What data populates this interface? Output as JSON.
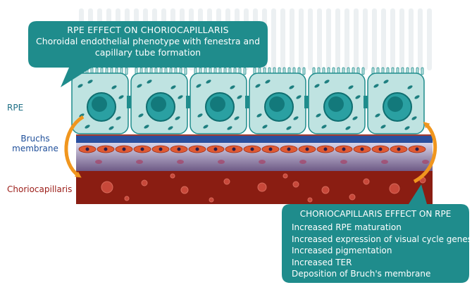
{
  "colors": {
    "teal": "#1f8c8c",
    "cell_fill": "#bfe3e1",
    "nucleus": "#1f9092",
    "arrow": "#f0961e",
    "bruchs": "#2a4f9e",
    "choriocapillaris": "#8a1d12",
    "rbc": "#e05a33"
  },
  "callout_rpe": {
    "title": "RPE EFFECT ON CHORIOCAPILLARIS",
    "line1": "Choroidal endothelial phenotype with fenestra and",
    "line2": "capillary tube formation"
  },
  "callout_cc": {
    "title": "CHORIOCAPILLARIS EFFECT ON RPE",
    "items": [
      "Increased RPE maturation",
      "Increased expression of visual cycle genes",
      "Increased pigmentation",
      "Increased TER",
      "Deposition of Bruch's membrane"
    ]
  },
  "labels": {
    "rpe": "RPE",
    "bruchs_line1": "Bruchs",
    "bruchs_line2": "membrane",
    "choriocapillaris": "Choriocapillaris"
  },
  "icons": {
    "left_arrow": "curved-arrow-down-icon",
    "right_arrow": "curved-arrow-up-icon"
  }
}
